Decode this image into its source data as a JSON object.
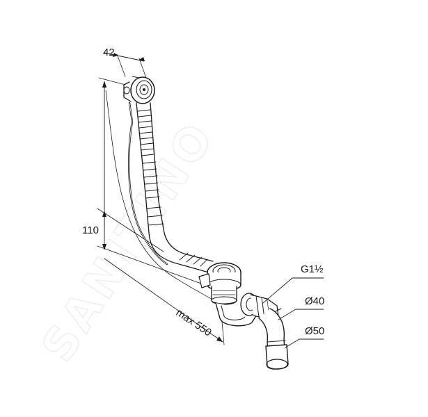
{
  "watermark": "SANITINO",
  "dimensions": {
    "width_top": "42",
    "height_overflow": "110",
    "length_max": "max 550"
  },
  "labels": {
    "thread": "G1½",
    "diameter_outlet": "Ø40",
    "diameter_pipe": "Ø50"
  },
  "colors": {
    "line": "#1a1a1a",
    "watermark": "#ececec"
  }
}
